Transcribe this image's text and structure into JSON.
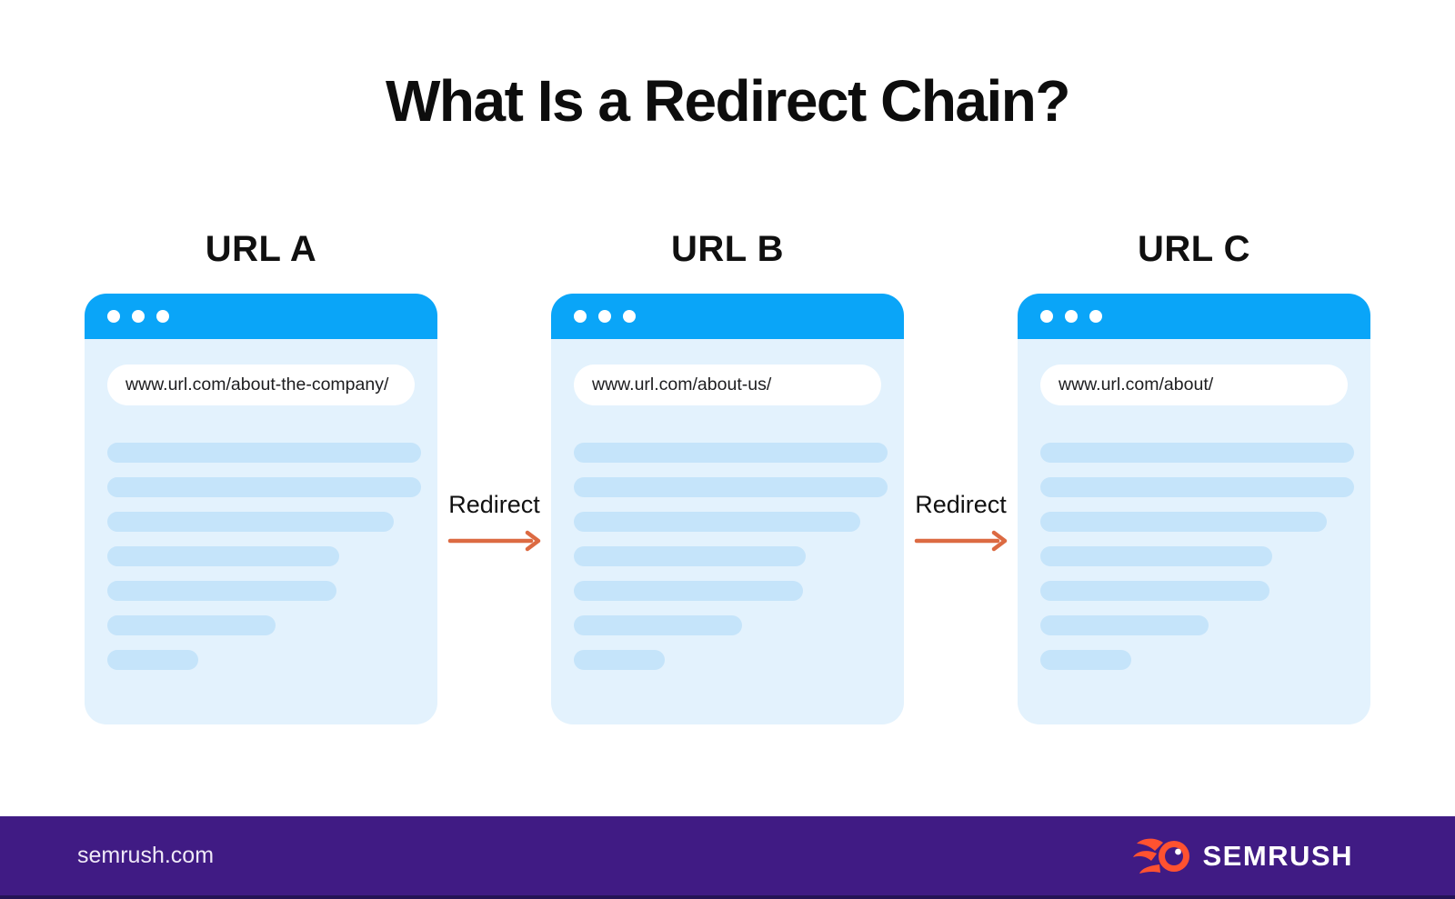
{
  "title": "What Is a Redirect Chain?",
  "browsers": [
    {
      "label": "URL A",
      "url": "www.url.com/about-the-company/",
      "bars": [
        345,
        345,
        315,
        255,
        252,
        185,
        100
      ]
    },
    {
      "label": "URL B",
      "url": "www.url.com/about-us/",
      "bars": [
        345,
        345,
        315,
        255,
        252,
        185,
        100
      ]
    },
    {
      "label": "URL C",
      "url": "www.url.com/about/",
      "bars": [
        345,
        345,
        315,
        255,
        252,
        185,
        100
      ]
    }
  ],
  "arrows": [
    {
      "label": "Redirect"
    },
    {
      "label": "Redirect"
    }
  ],
  "footer": {
    "site": "semrush.com",
    "brand": "SEMRUSH"
  },
  "icons": {
    "window_dots": "window-dots-icon",
    "redirect_arrow": "right-arrow-icon",
    "brand_mark": "semrush-flame-icon"
  },
  "colors": {
    "header-blue": "#0AA5F8",
    "body-blue": "#E3F2FD",
    "bar-blue": "#C5E4FA",
    "arrow-orange": "#DC6A42",
    "footer-purple": "#401B84",
    "footer-strip": "#241356",
    "logo-orange": "#FF5230",
    "footer-text": "#EFE9F7",
    "title-color": "#0D0D0D"
  }
}
